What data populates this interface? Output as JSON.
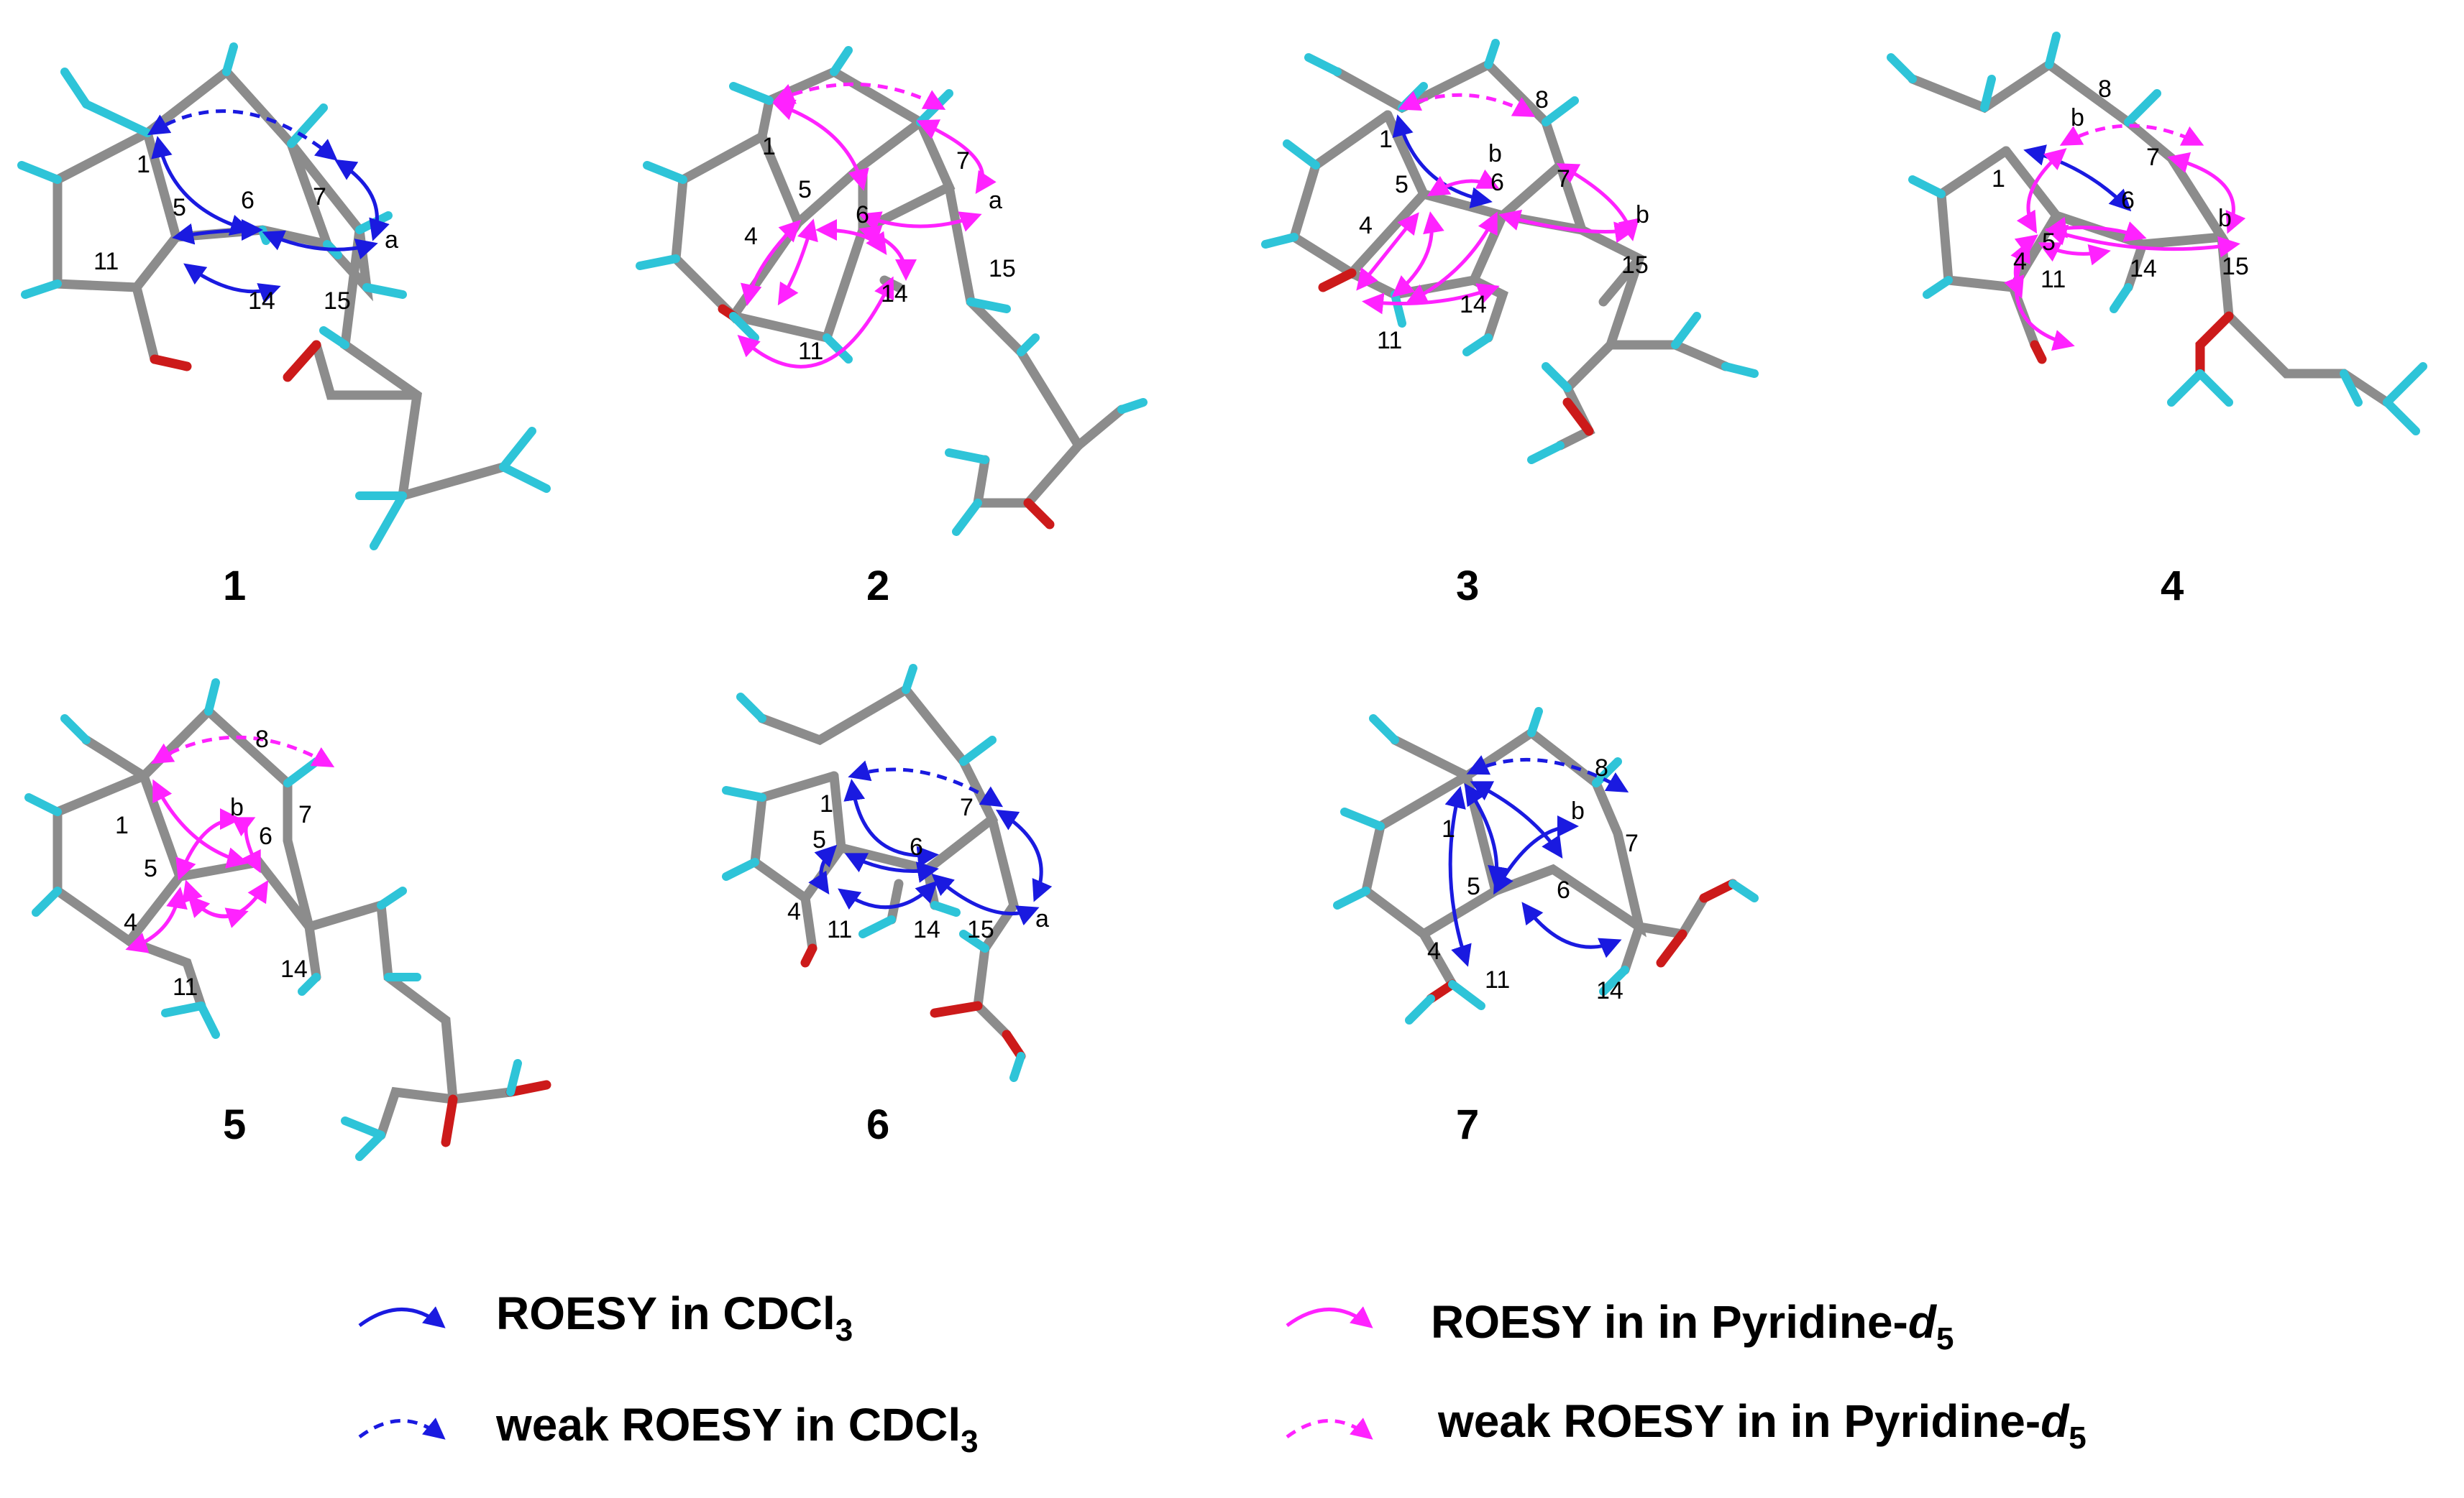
{
  "molecules": [
    {
      "id": "1",
      "labels": [
        "1",
        "5",
        "6",
        "7",
        "11",
        "14",
        "15",
        "a"
      ]
    },
    {
      "id": "2",
      "labels": [
        "1",
        "5",
        "6",
        "7",
        "4",
        "11",
        "14",
        "15",
        "a"
      ]
    },
    {
      "id": "3",
      "labels": [
        "8",
        "b",
        "1",
        "5",
        "6",
        "7",
        "4",
        "11",
        "14",
        "15",
        "b"
      ]
    },
    {
      "id": "4",
      "labels": [
        "8",
        "b",
        "7",
        "1",
        "6",
        "5",
        "4",
        "11",
        "14",
        "15",
        "b"
      ]
    },
    {
      "id": "5",
      "labels": [
        "8",
        "b",
        "1",
        "7",
        "5",
        "6",
        "4",
        "14",
        "11"
      ]
    },
    {
      "id": "6",
      "labels": [
        "1",
        "7",
        "5",
        "6",
        "4",
        "11",
        "14",
        "15",
        "a"
      ]
    },
    {
      "id": "7",
      "labels": [
        "8",
        "b",
        "1",
        "7",
        "5",
        "6",
        "4",
        "11",
        "14"
      ]
    }
  ],
  "legend": {
    "roesy_cdcl3": "ROESY in CDCl",
    "weak_roesy_cdcl3": "weak ROESY in CDCl",
    "cdcl3_subscript": "3",
    "roesy_pyridine": "ROESY in in Pyridine-",
    "weak_roesy_pyridine": "weak ROESY in in Pyridine-",
    "pyridine_italic": "d",
    "pyridine_subscript": "5"
  },
  "colors": {
    "roesy_cdcl3": "#1a1ae0",
    "roesy_pyridine": "#ff22ff",
    "carbon_bond": "#8c8c8c",
    "hydrogen": "#2ec4d8",
    "oxygen": "#cc1a1a"
  }
}
